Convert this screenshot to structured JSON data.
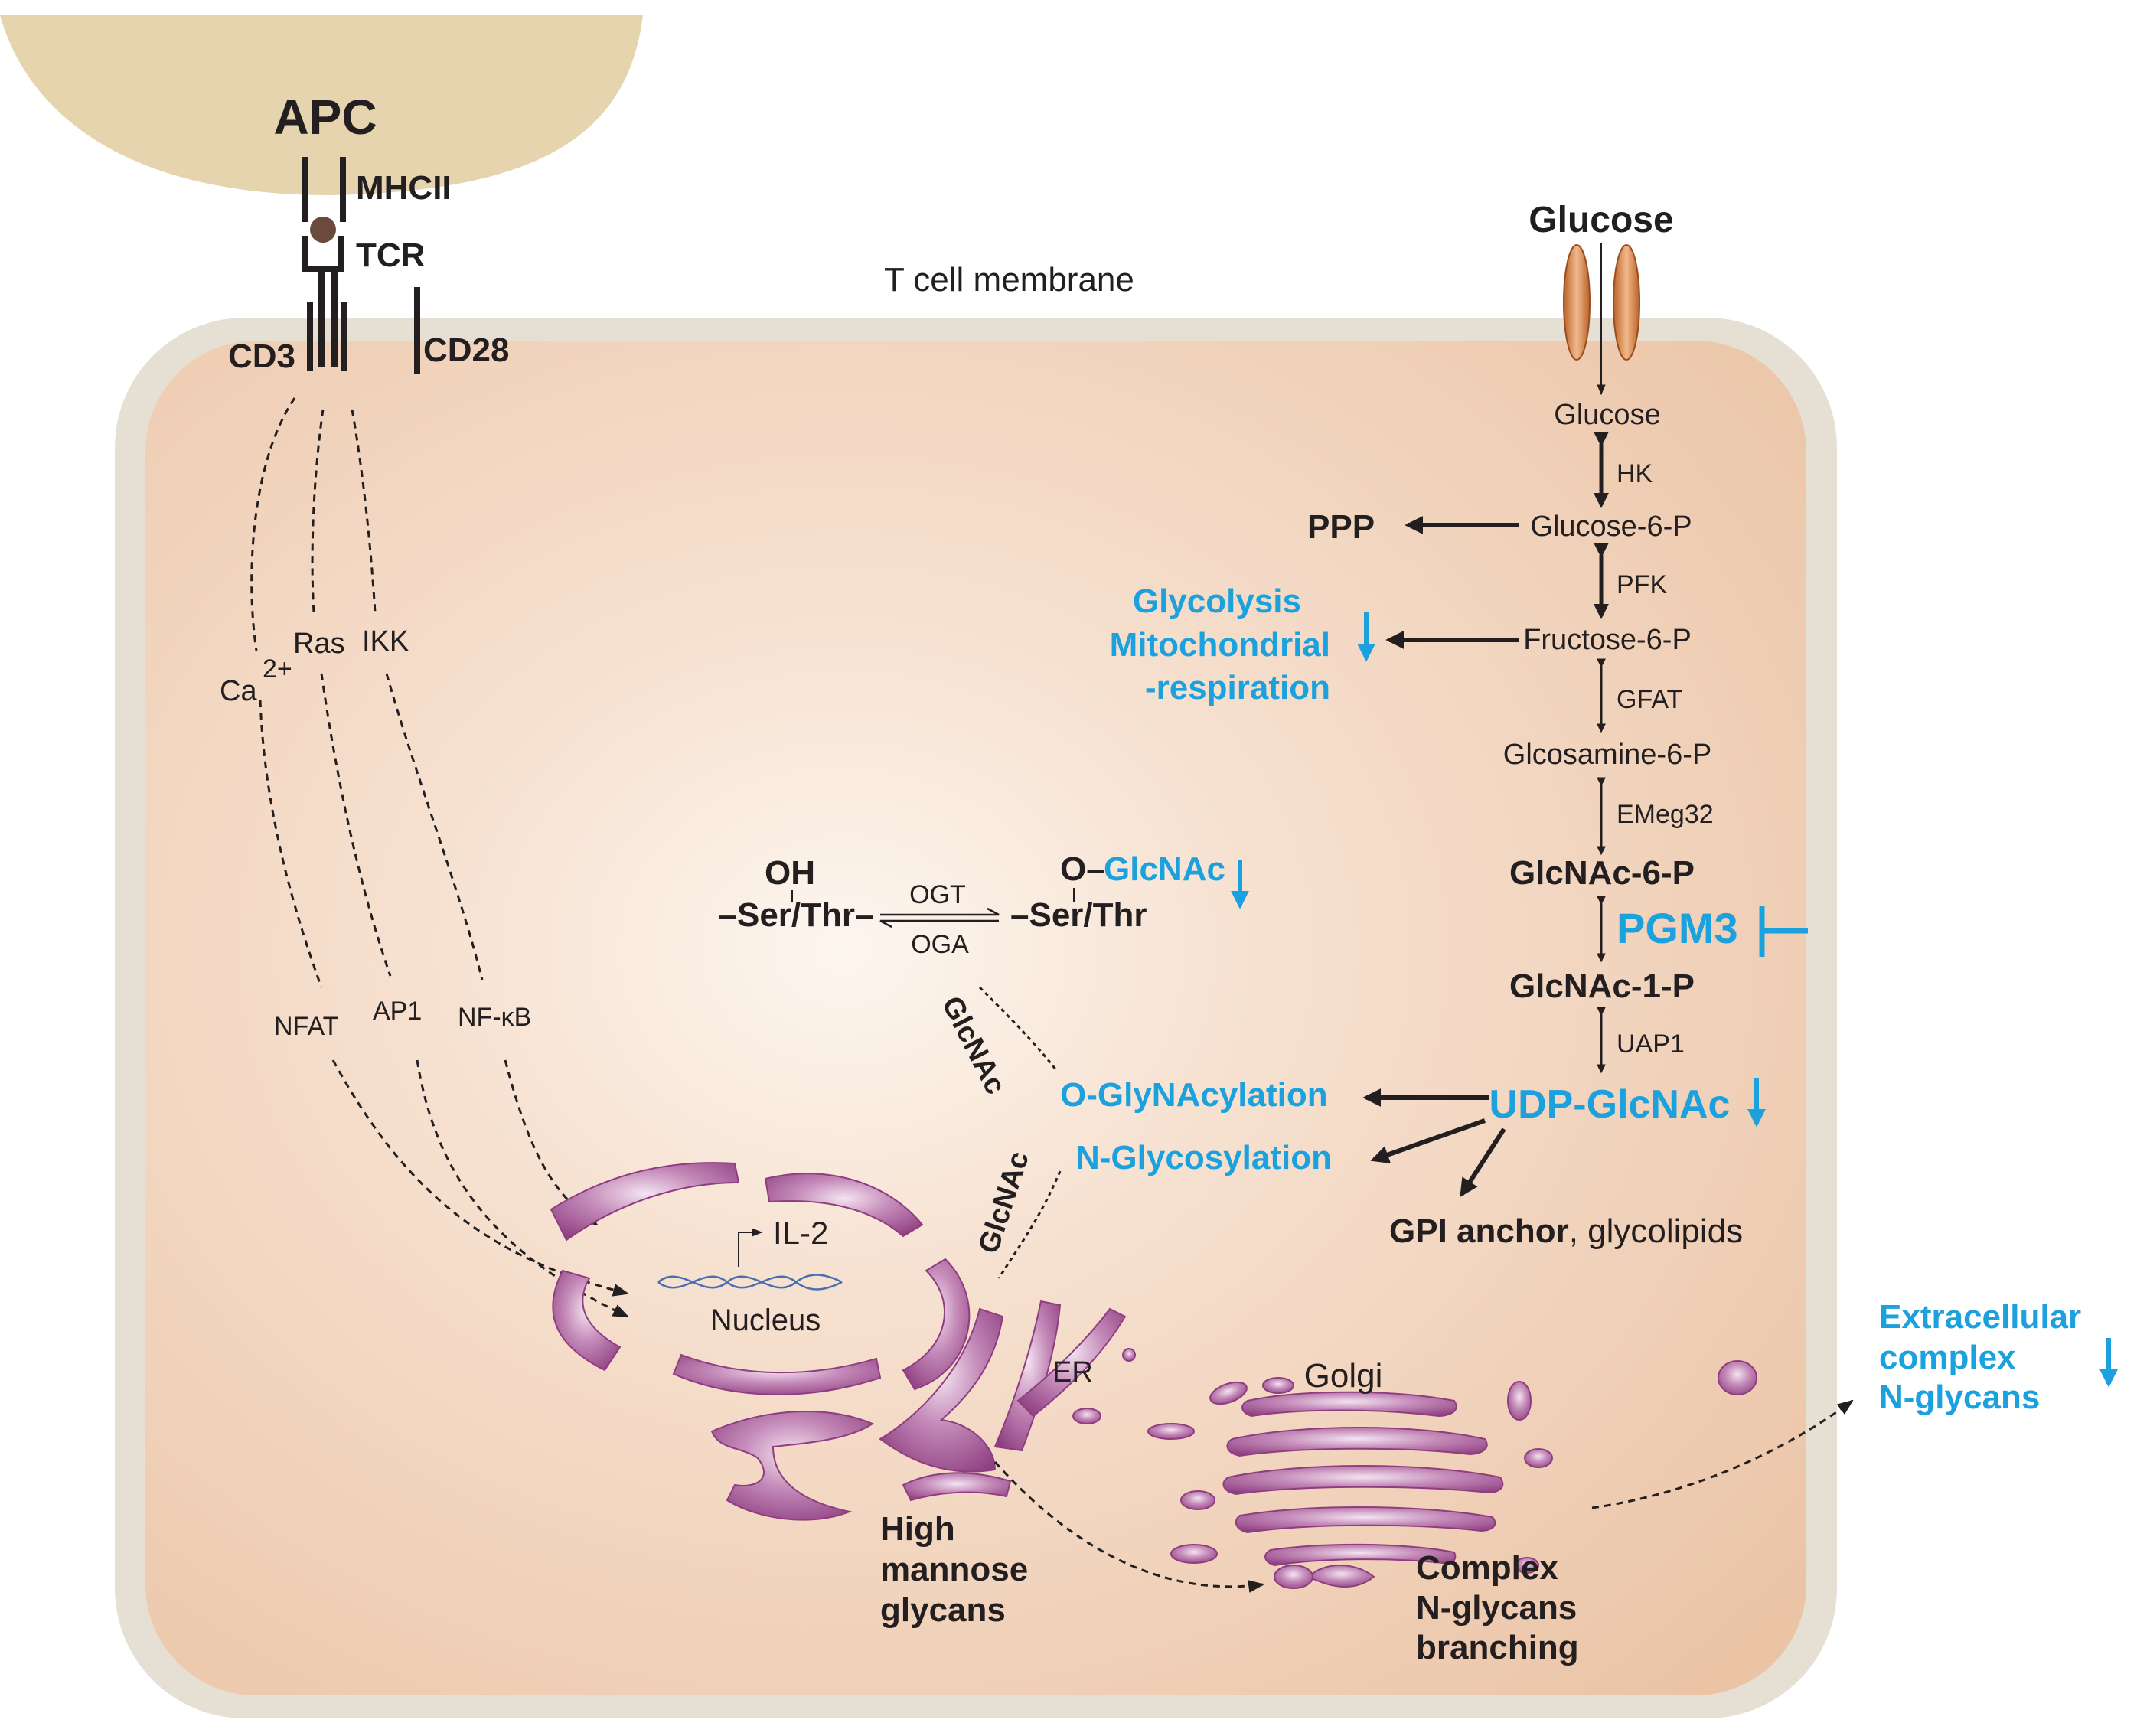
{
  "colors": {
    "accent_blue": "#1ba1dd",
    "cell_fill": "#edcdb4",
    "membrane": "#e6dfd3",
    "apc_fill": "#e6d4ae",
    "organelle": "#a85d9a",
    "text": "#231f20"
  },
  "apc": {
    "title": "APC",
    "mhc": "MHCII",
    "tcr": "TCR",
    "cd3": "CD3",
    "cd28": "CD28"
  },
  "membrane_label": "T cell membrane",
  "signaling": {
    "ras": "Ras",
    "ikk": "IKK",
    "ca": "Ca",
    "ca_sup": "2+",
    "nfat": "NFAT",
    "ap1": "AP1",
    "nfkb": "NF-κB"
  },
  "pathway": {
    "glucose_ext": "Glucose",
    "glucose": "Glucose",
    "hk": "HK",
    "g6p": "Glucose-6-P",
    "ppp": "PPP",
    "pfk": "PFK",
    "f6p": "Fructose-6-P",
    "glycolysis": "Glycolysis",
    "mito": "Mitochondrial",
    "resp": "-respiration",
    "gfat": "GFAT",
    "gln6p": "Glcosamine-6-P",
    "emeg": "EMeg32",
    "glcnac6p": "GlcNAc-6-P",
    "pgm3": "PGM3",
    "glcnac1p": "GlcNAc-1-P",
    "uap1": "UAP1",
    "udp": "UDP-GlcNAc",
    "oglcnacylation": "O-GlyNAcylation",
    "nglycosylation": "N-Glycosylation",
    "gpi_bold": "GPI anchor",
    "gpi_rest": ", glycolipids"
  },
  "ogt_reaction": {
    "oh": "OH",
    "ser_left": "–Ser/Thr–",
    "ogt": "OGT",
    "oga": "OGA",
    "o_dash": "O–",
    "glcnac": "GlcNAc",
    "ser_right": "–Ser/Thr"
  },
  "glcnac_labels": {
    "upper": "GlcNAc",
    "lower": "GlcNAc"
  },
  "nucleus": {
    "il2": "IL-2",
    "label": "Nucleus"
  },
  "organelles": {
    "er": "ER",
    "golgi": "Golgi",
    "high_mannose": [
      "High",
      "mannose",
      "glycans"
    ],
    "complex": [
      "Complex",
      "N-glycans",
      "branching"
    ]
  },
  "extracellular": [
    "Extracellular",
    "complex",
    "N-glycans"
  ]
}
